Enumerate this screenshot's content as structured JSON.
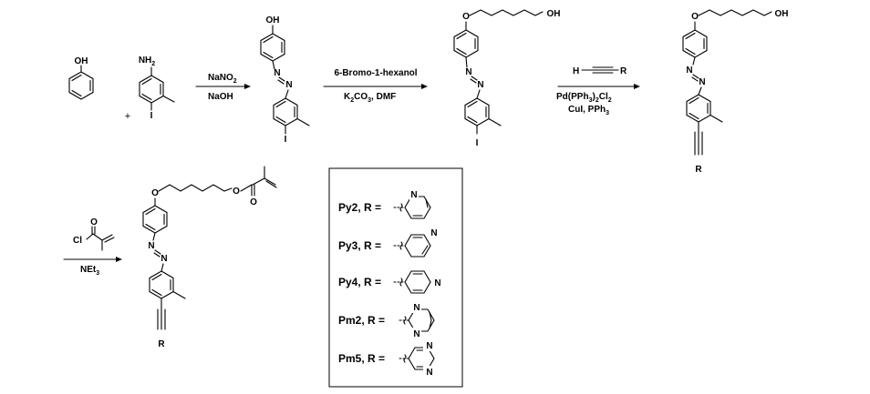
{
  "atoms": {
    "oh": "OH",
    "o": "O",
    "nh2": "NH2",
    "iodine": "I",
    "n": "N",
    "r": "R",
    "h": "H",
    "cl": "Cl",
    "plus": "+"
  },
  "conditions": {
    "step1_top": "NaNO2",
    "step1_bottom": "NaOH",
    "step2_top": "6-Bromo-1-hexanol",
    "step2_bottom": "K2CO3, DMF",
    "step3_top": "H—≡—R",
    "step3_bottom_1": "Pd(PPh3)2Cl2",
    "step3_bottom_2": "CuI, PPh3",
    "step4_bottom": "NEt3"
  },
  "legend": [
    {
      "label": "Py2, R =",
      "ring": "2-pyridyl"
    },
    {
      "label": "Py3, R =",
      "ring": "3-pyridyl"
    },
    {
      "label": "Py4, R =",
      "ring": "4-pyridyl"
    },
    {
      "label": "Pm2, R =",
      "ring": "2-pyrimidinyl"
    },
    {
      "label": "Pm5, R =",
      "ring": "5-pyrimidinyl"
    }
  ]
}
